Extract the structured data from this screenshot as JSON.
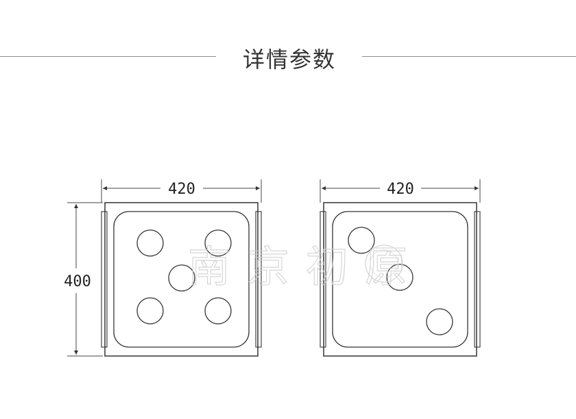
{
  "header": {
    "title": "详情参数"
  },
  "views": [
    {
      "width_label": "420",
      "height_label": "400",
      "pips": 5
    },
    {
      "width_label": "420",
      "pips": 3
    }
  ],
  "watermark": {
    "text": "南京初原",
    "logo_ring_text": "南京初原"
  }
}
